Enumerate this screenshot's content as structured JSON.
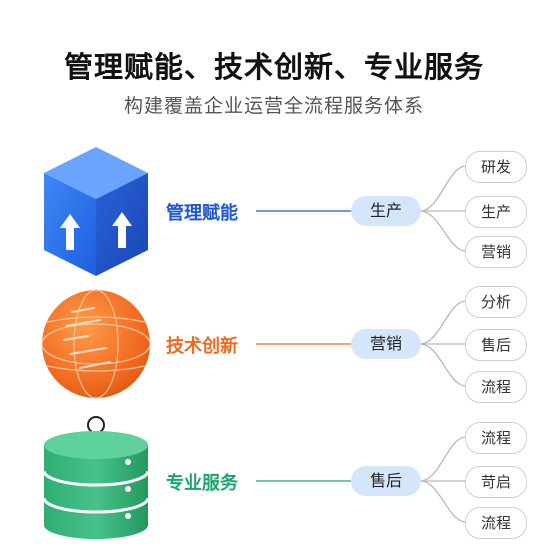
{
  "title": "管理赋能、技术创新、专业服务",
  "subtitle": "构建覆盖企业运营全流程服务体系",
  "colors": {
    "blue": "#1e57d6",
    "orange": "#ee6a20",
    "green": "#1ea56f",
    "pill": "#d6e6fa"
  },
  "rows": [
    {
      "icon": "cube-arrows-icon",
      "label": "管理赋能",
      "pill": "生产",
      "leaves": [
        "研发",
        "生产",
        "营销"
      ]
    },
    {
      "icon": "globe-icon",
      "label": "技术创新",
      "pill": "营销",
      "leaves": [
        "分析",
        "售后",
        "流程"
      ]
    },
    {
      "icon": "database-user-icon",
      "label": "专业服务",
      "pill": "售后",
      "leaves": [
        "流程",
        "苛启",
        "流程"
      ]
    }
  ]
}
